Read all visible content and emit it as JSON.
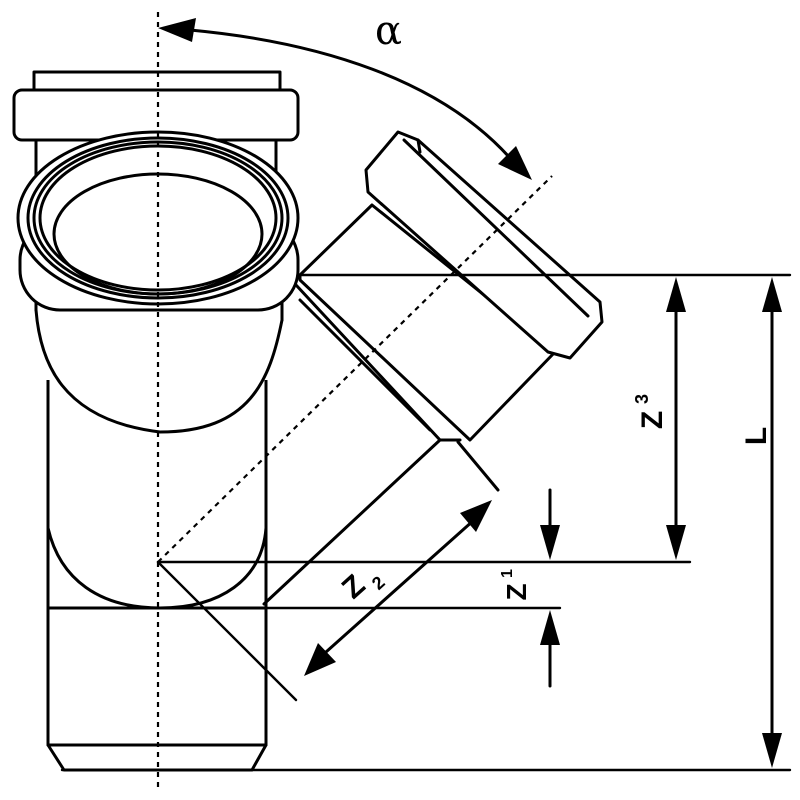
{
  "labels": {
    "angle": "α",
    "z1_main": "Z",
    "z1_sub": "1",
    "z2_main": "Z",
    "z2_sub": "2",
    "z3_main": "Z",
    "z3_sub": "3",
    "length": "L"
  }
}
